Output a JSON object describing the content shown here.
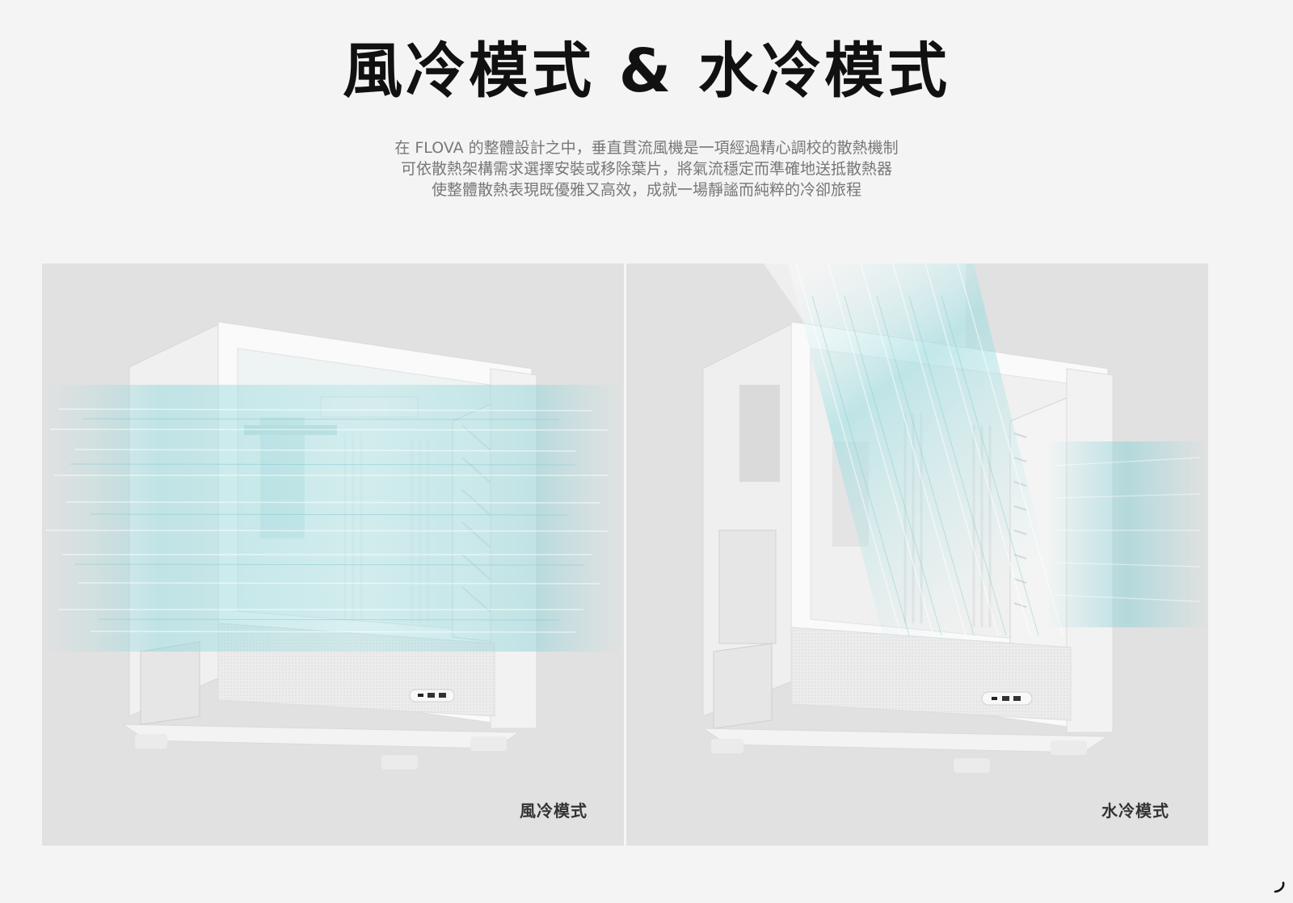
{
  "header": {
    "title": "風冷模式 & 水冷模式",
    "description_lines": [
      "在 FLOVA 的整體設計之中，垂直貫流風機是一項經過精心調校的散熱機制",
      "可依散熱架構需求選擇安裝或移除葉片，將氣流穩定而準確地送抵散熱器",
      "使整體散熱表現既優雅又高效，成就一場靜謐而純粹的冷卻旅程"
    ]
  },
  "panels": [
    {
      "caption": "風冷模式",
      "mode": "air-cooling",
      "airflow": "horizontal",
      "airflow_color": "#7fd0d6"
    },
    {
      "caption": "水冷模式",
      "mode": "liquid-cooling",
      "airflow": "diagonal-from-top",
      "airflow_color": "#7fd0d6"
    }
  ],
  "colors": {
    "page_bg": "#f4f4f4",
    "panel_bg": "#e1e1e1",
    "title": "#111111",
    "description": "#777777",
    "caption": "#333333"
  }
}
